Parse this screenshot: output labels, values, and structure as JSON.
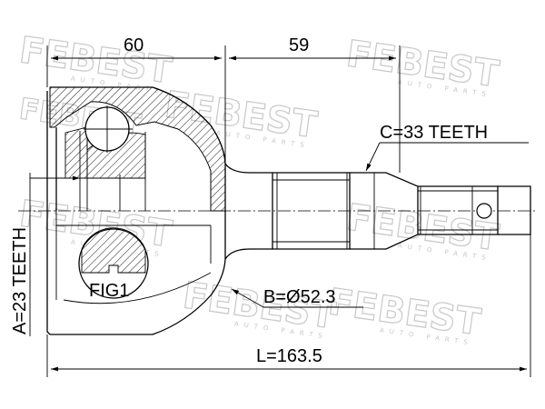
{
  "diagram": {
    "watermark": {
      "brand": "FEBEST",
      "tagline": "AUTO PARTS"
    },
    "dimensions": {
      "flange_length": "60",
      "shaft_length": "59",
      "total_length": "L=163.5",
      "outer_diameter": "B=Ø52.3",
      "outer_teeth": "C=33 TEETH",
      "inner_teeth": "A=23 TEETH"
    },
    "figure_label": "FIG1"
  }
}
